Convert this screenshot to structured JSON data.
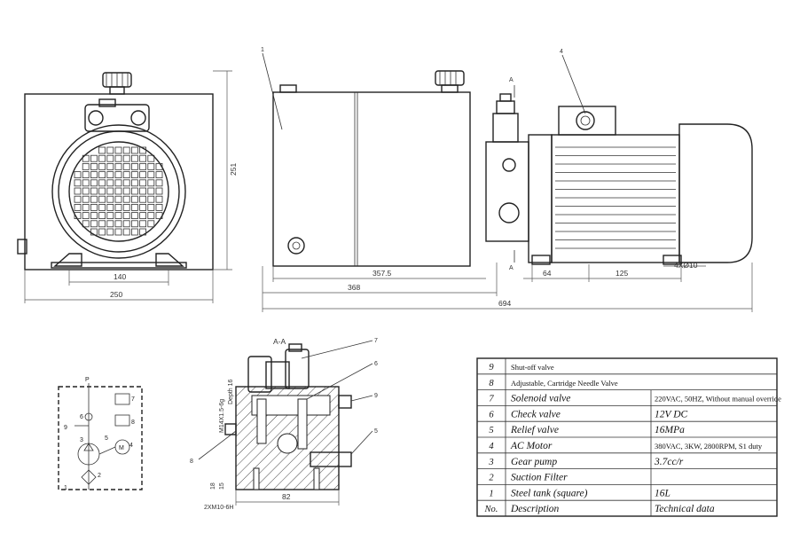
{
  "dimensions": {
    "side_height": "251",
    "side_base": "140",
    "side_width": "250",
    "tank_len": "357.5",
    "to_flange": "368",
    "total_len": "694",
    "d64": "64",
    "d125": "125",
    "mount_holes": "4XØ10"
  },
  "section": {
    "title": "A-A",
    "thread": "M14X1.5-6g",
    "thread_depth": "Depth 16",
    "screws": "2XM10-6H",
    "width": "82",
    "h1": "18",
    "h2": "15"
  },
  "section_marks": [
    "A",
    "A"
  ],
  "callouts": [
    "1",
    "4",
    "7",
    "6",
    "9",
    "5",
    "8"
  ],
  "schematic": {
    "port": "P",
    "labels": [
      "7",
      "6",
      "8",
      "9",
      "3",
      "5",
      "4",
      "2",
      "1"
    ],
    "motor": "M"
  },
  "bom": {
    "rows": [
      {
        "no": "9",
        "desc": "Shut-off valve",
        "tech": ""
      },
      {
        "no": "8",
        "desc": "Adjustable, Cartridge Needle Valve",
        "tech": ""
      },
      {
        "no": "7",
        "desc": "Solenoid valve",
        "tech": "220VAC, 50HZ, Without manual override"
      },
      {
        "no": "6",
        "desc": "Check valve",
        "tech": "12V DC"
      },
      {
        "no": "5",
        "desc": "Relief valve",
        "tech": "16MPa"
      },
      {
        "no": "4",
        "desc": "AC Motor",
        "tech": "380VAC, 3KW, 2800RPM, S1 duty"
      },
      {
        "no": "3",
        "desc": "Gear pump",
        "tech": "3.7cc/r"
      },
      {
        "no": "2",
        "desc": "Suction Filter",
        "tech": ""
      },
      {
        "no": "1",
        "desc": "Steel tank (square)",
        "tech": "16L"
      }
    ],
    "header": {
      "no": "No.",
      "desc": "Description",
      "tech": "Technical data"
    }
  }
}
